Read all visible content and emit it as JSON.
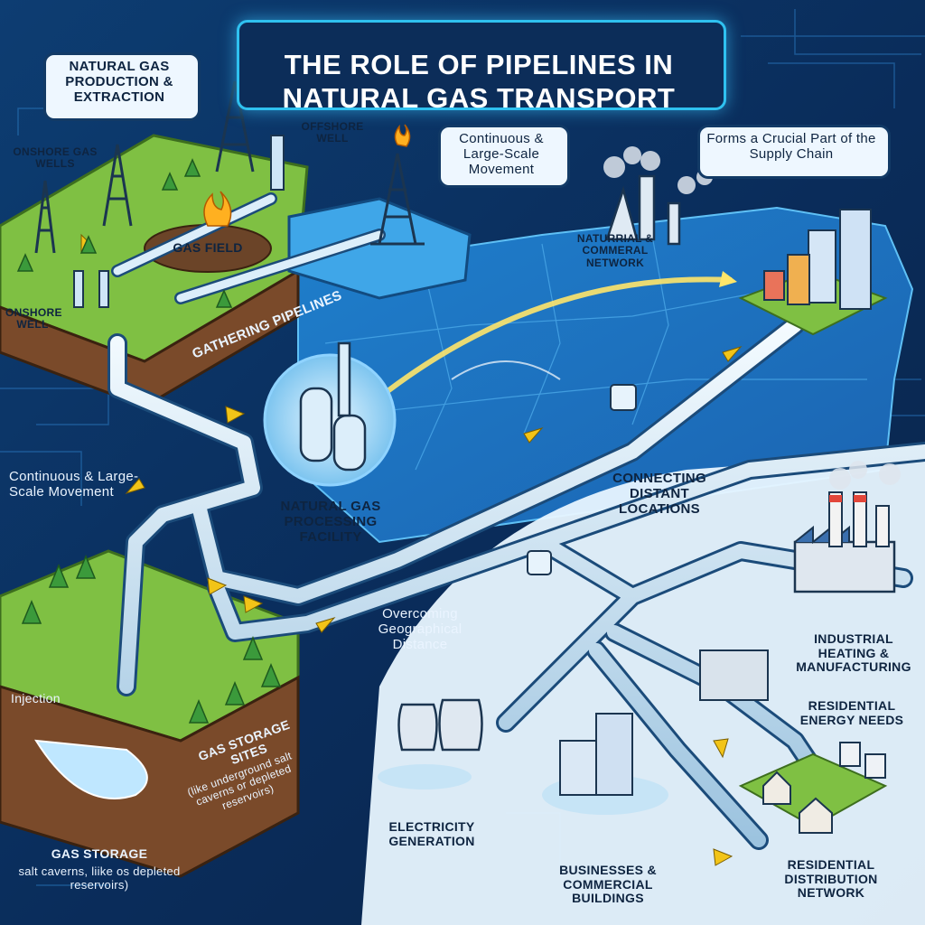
{
  "title": "THE ROLE OF PIPELINES IN NATURAL GAS TRANSPORT",
  "callouts": {
    "production": "NATURAL GAS PRODUCTION & EXTRACTION",
    "continuous_top": "Continuous & Large-Scale Movement",
    "supply_chain": "Forms a Crucial Part of the Supply Chain"
  },
  "labels": {
    "onshore_gas_wells": "ONSHORE GAS WELLS",
    "offshore_well": "OFFSHORE WELL",
    "gas_field": "GAS FIELD",
    "onshore_well": "ONSHORE WELL",
    "gathering_pipelines": "GATHERING PIPELINES",
    "network": "NATURRIAL & COMMERAL NETWORK",
    "continuous_left": "Continuous & Large-Scale Movement",
    "processing": "NATURAL GAS PROCESSING FACILITY",
    "connecting": "CONNECTING DISTANT LOCATIONS",
    "overcoming": "Overcoming Geographical Distance",
    "injection": "Injection",
    "storage_sites": "GAS STORAGE SITES",
    "storage_sites_note": "(like underground salt caverns or depleted reservoirs)",
    "gas_storage": "GAS STORAGE",
    "gas_storage_note": "salt caverns, liike os depleted reservoirs)",
    "industrial": "INDUSTRIAL HEATING & MANUFACTURING",
    "residential_needs": "RESIDENTIAL ENERGY NEEDS",
    "electricity": "ELECTRICITY GENERATION",
    "businesses": "BUSINESSES & COMMERCIAL BUILDINGS",
    "residential_network": "RESIDENTIAL DISTRIBUTION NETWORK"
  },
  "colors": {
    "background": "#0b2a52",
    "pipe": "#cfe6f7",
    "flow_arrow": "#f2c418",
    "grass": "#7fc043",
    "soil": "#7a4a2a",
    "title_border": "#2fc1f0"
  },
  "icons": [
    "oil-derrick-icon",
    "offshore-rig-icon",
    "flame-icon",
    "gas-tank-icon",
    "cooling-tower-icon",
    "factory-icon",
    "house-icon",
    "office-building-icon",
    "tree-icon",
    "valve-icon",
    "smoke-icon",
    "flow-arrow-icon"
  ]
}
